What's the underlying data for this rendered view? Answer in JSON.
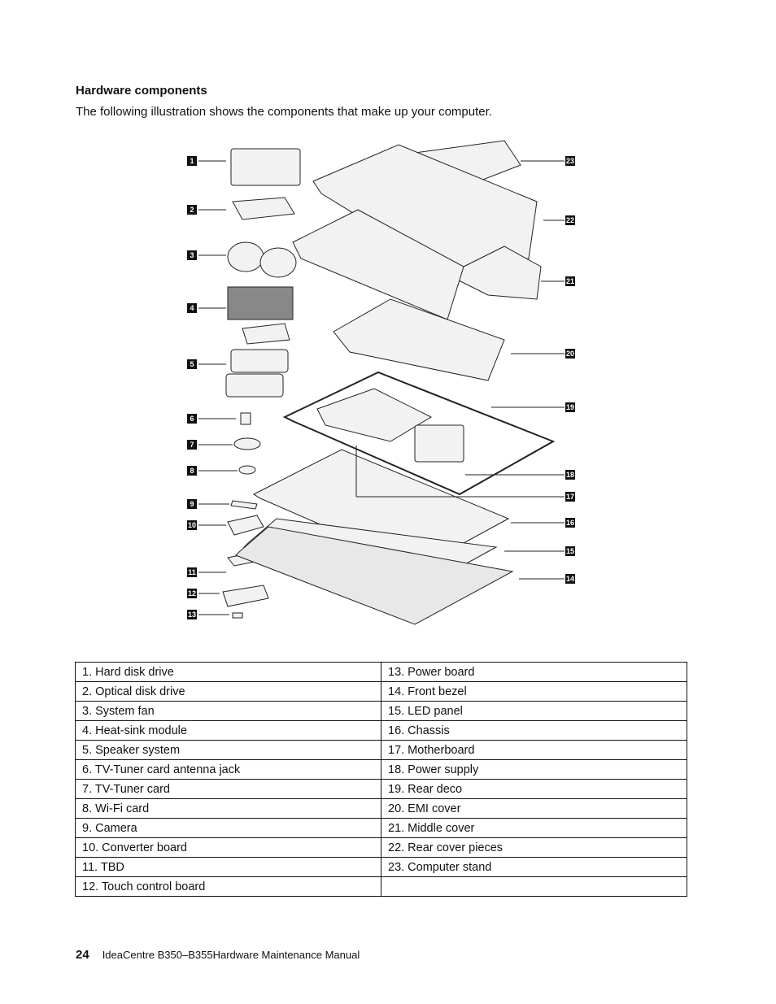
{
  "heading": "Hardware components",
  "intro": "The following illustration shows the components that make up your computer.",
  "callouts_left": [
    "1",
    "2",
    "3",
    "4",
    "5",
    "6",
    "7",
    "8",
    "9",
    "10",
    "11",
    "12",
    "13"
  ],
  "callouts_right": [
    "23",
    "22",
    "21",
    "20",
    "19",
    "18",
    "17",
    "16",
    "15",
    "14"
  ],
  "parts_table": [
    [
      "1.  Hard disk drive",
      "13.  Power board"
    ],
    [
      "2.  Optical disk drive",
      "14.  Front bezel"
    ],
    [
      "3.  System fan",
      "15.  LED panel"
    ],
    [
      "4.  Heat-sink module",
      "16.  Chassis"
    ],
    [
      "5.  Speaker system",
      "17.  Motherboard"
    ],
    [
      "6.  TV-Tuner card antenna jack",
      "18.  Power supply"
    ],
    [
      "7.  TV-Tuner card",
      "19.  Rear deco"
    ],
    [
      "8.  Wi-Fi card",
      "20.  EMI cover"
    ],
    [
      "9.  Camera",
      "21.  Middle cover"
    ],
    [
      "10.  Converter board",
      "22.  Rear cover pieces"
    ],
    [
      "11.  TBD",
      "23.  Computer stand"
    ],
    [
      "12.  Touch control board",
      ""
    ]
  ],
  "footer": {
    "page_number": "24",
    "manual_title": "IdeaCentre B350–B355Hardware Maintenance Manual"
  }
}
